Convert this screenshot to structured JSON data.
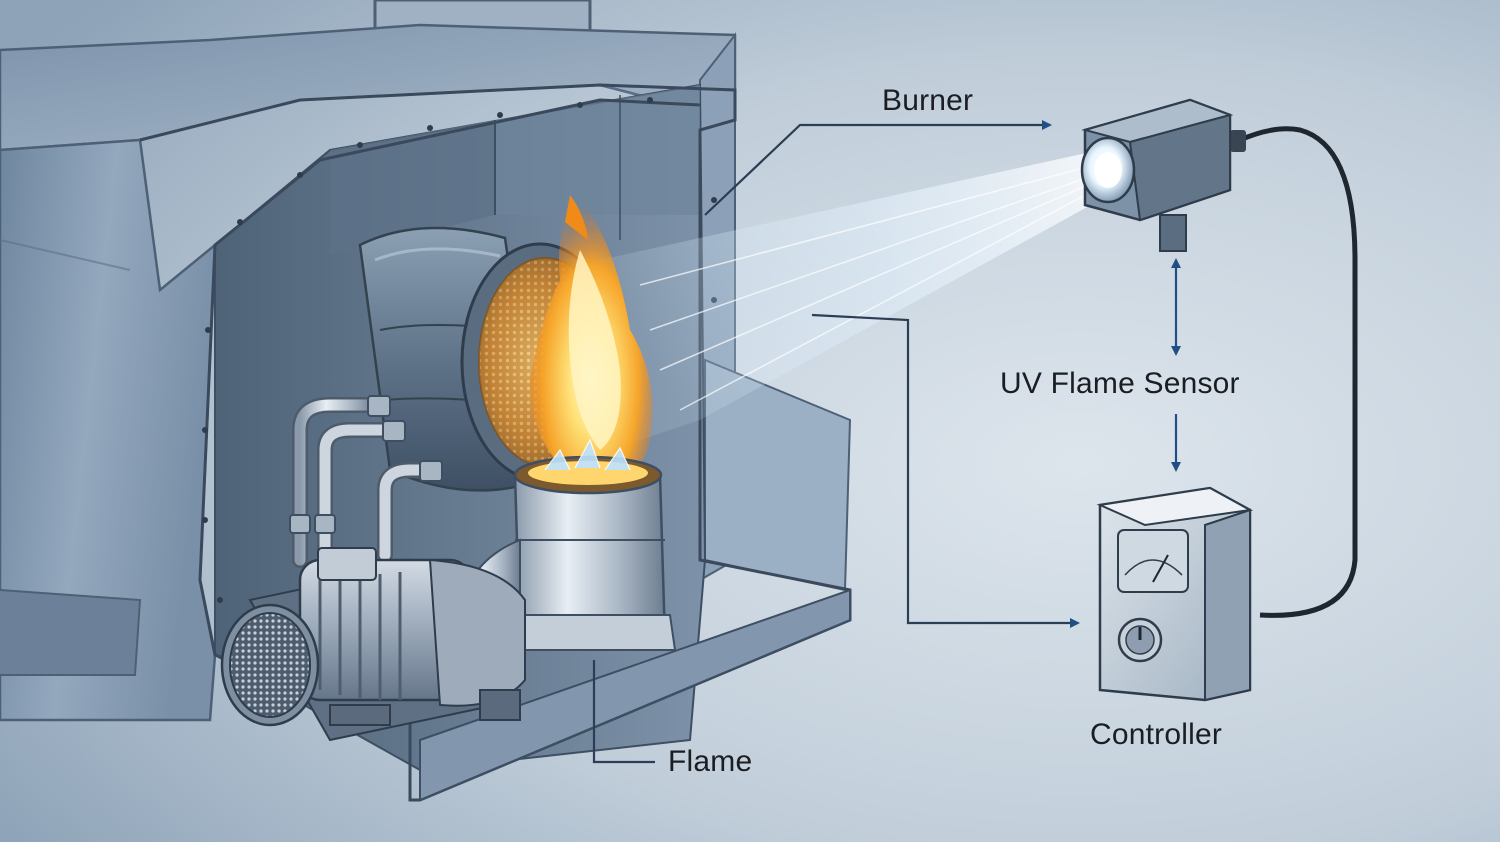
{
  "labels": {
    "burner": "Burner",
    "uv_flame_sensor": "UV Flame Sensor",
    "controller": "Controller",
    "flame": "Flame"
  },
  "colors": {
    "background_light": "#dde5ec",
    "background_dark": "#8ea3b8",
    "housing_steel": "#7e95ad",
    "housing_dark": "#4d6075",
    "callout_line": "#2c3e55",
    "arrow_blue": "#1f4f86",
    "flame_orange": "#f39a1d",
    "flame_yellow": "#ffe27a",
    "uv_beam": "#eaf6ff"
  },
  "icons": [
    "burner-housing",
    "blower-motor-icon",
    "fuel-pipe-icon",
    "uv-sensor-icon",
    "controller-box-icon",
    "dial-knob-icon",
    "meter-gauge-icon"
  ]
}
